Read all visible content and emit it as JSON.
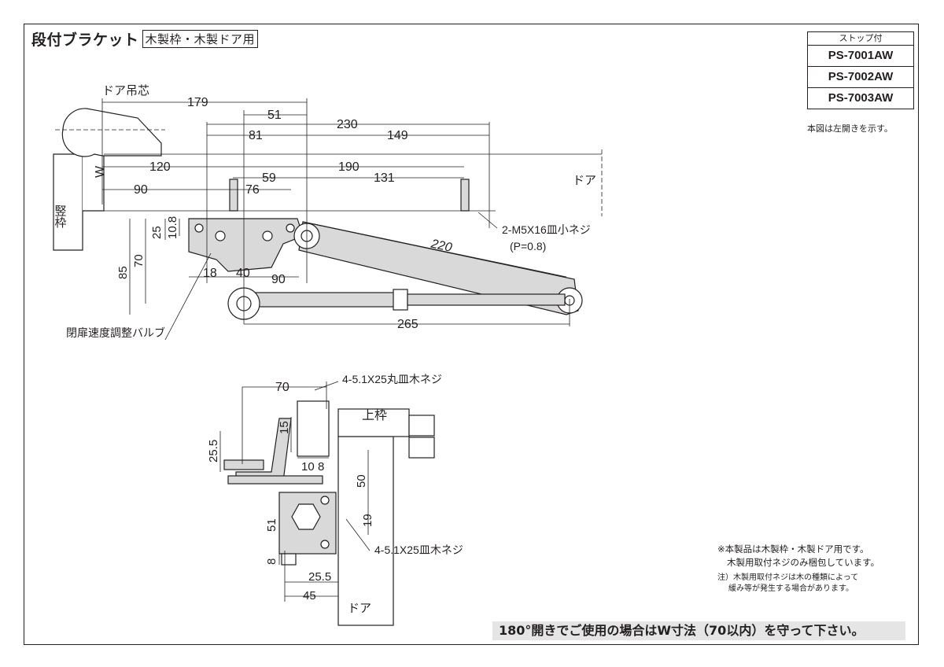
{
  "title": {
    "main": "段付ブラケット",
    "tag": "木製枠・木製ドア用"
  },
  "model_box": {
    "header": "ストップ付",
    "models": [
      "PS-7001AW",
      "PS-7002AW",
      "PS-7003AW"
    ]
  },
  "figure_note": "本図は左開きを示す。",
  "top_view": {
    "labels": {
      "hinge_center": "ドア吊芯",
      "frame": "竪枠",
      "door": "ドア",
      "w": "W",
      "valve": "閉扉速度調整バルブ",
      "screw": "2-M5X16皿小ネジ",
      "pitch": "(P=0.8)"
    },
    "dims": {
      "d179": "179",
      "d51": "51",
      "d81": "81",
      "d230": "230",
      "d149": "149",
      "d120": "120",
      "d190": "190",
      "d59": "59",
      "d131": "131",
      "d90a": "90",
      "d76": "76",
      "d220": "220",
      "d25": "25",
      "d10_8": "10.8",
      "d85": "85",
      "d70": "70",
      "d18": "18",
      "d40": "40",
      "d90b": "90",
      "d265": "265"
    }
  },
  "side_view": {
    "labels": {
      "top_frame": "上枠",
      "door": "ドア",
      "screw_top": "4-5.1X25丸皿木ネジ",
      "screw_bottom": "4-5.1X25皿木ネジ"
    },
    "dims": {
      "d70": "70",
      "d15": "15",
      "d25_5a": "25.5",
      "d10": "10",
      "d8a": "8",
      "d50": "50",
      "d19": "19",
      "d51": "51",
      "d8b": "8",
      "d25_5b": "25.5",
      "d45": "45"
    }
  },
  "notes": {
    "line1": "※本製品は木製枠・木製ドア用です。",
    "line2": "木製用取付ネジのみ梱包しています。",
    "line3": "注）木製用取付ネジは木の種類によって",
    "line4": "緩み等が発生する場合があります。"
  },
  "bottom_note": "180°開きでご使用の場合はW寸法（70以内）を守って下さい。"
}
